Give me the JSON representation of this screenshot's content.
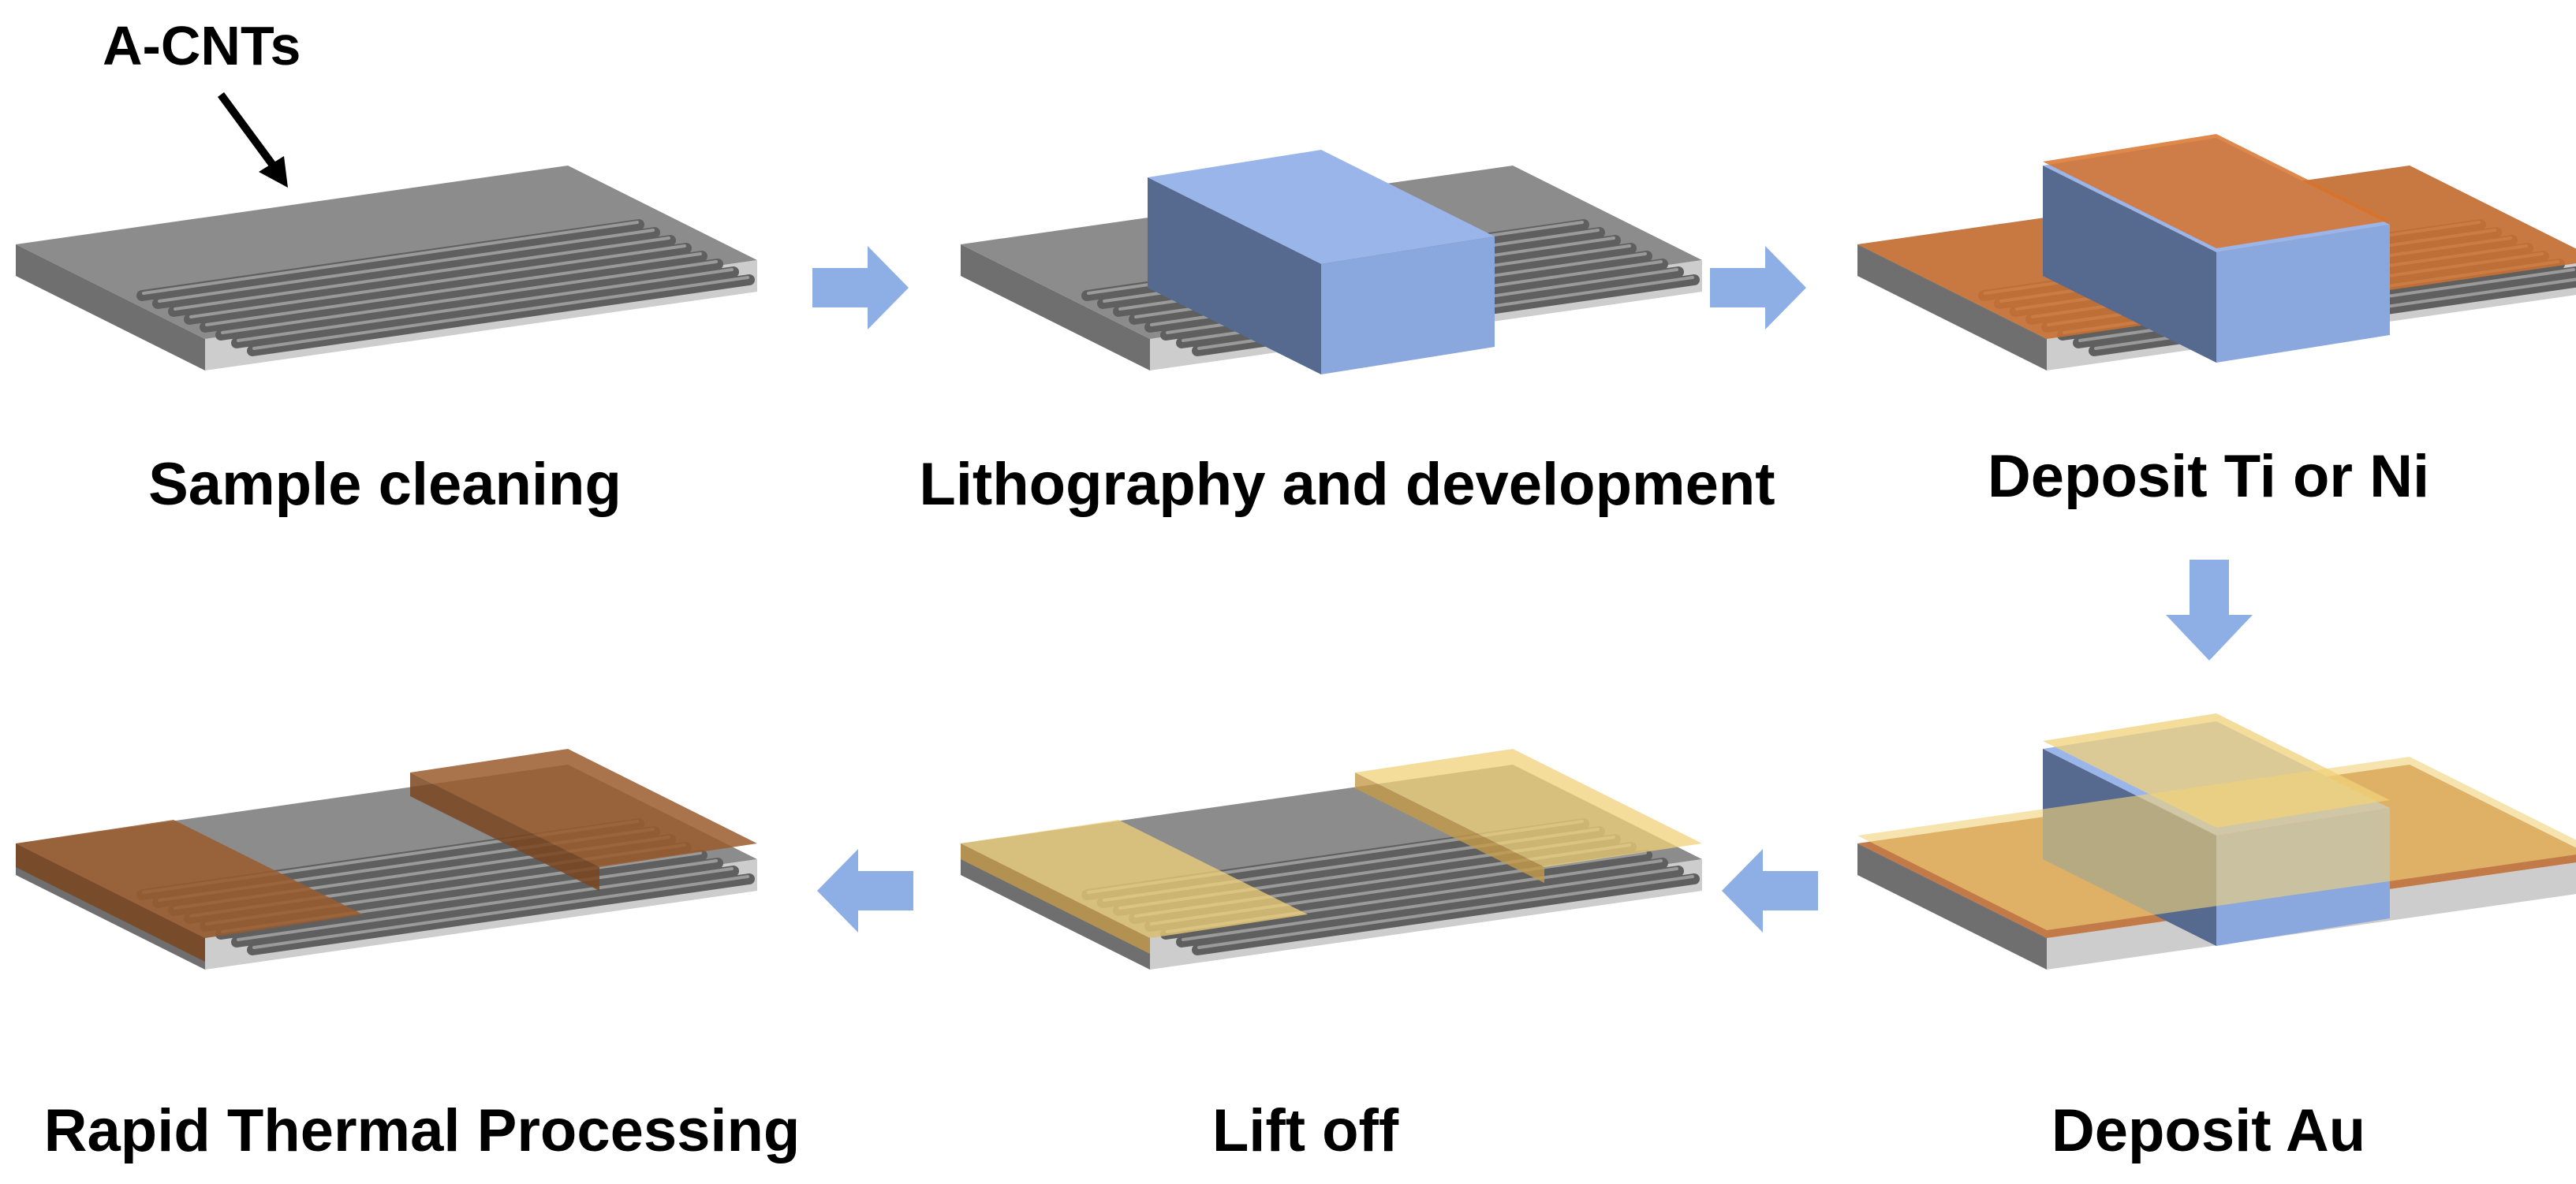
{
  "callout": {
    "label": "A-CNTs"
  },
  "steps": [
    {
      "label": "Sample cleaning"
    },
    {
      "label": "Lithography and development"
    },
    {
      "label": "Deposit Ti or Ni"
    },
    {
      "label": "Deposit Au"
    },
    {
      "label": "Lift off"
    },
    {
      "label": "Rapid Thermal Processing"
    }
  ],
  "colors": {
    "substrate_top": "#8c8c8c",
    "substrate_front": "#cdcdcd",
    "substrate_side": "#6f6f6f",
    "nanotube": "#6b6b6b",
    "resist_top": "#9ab5ea",
    "resist_front": "#8aa7de",
    "resist_side": "#56698f",
    "ti_ni": "#d8732b",
    "au": "#f0d27a",
    "annealed": "#9a5a2c",
    "flow_arrow": "#8eaee6"
  }
}
